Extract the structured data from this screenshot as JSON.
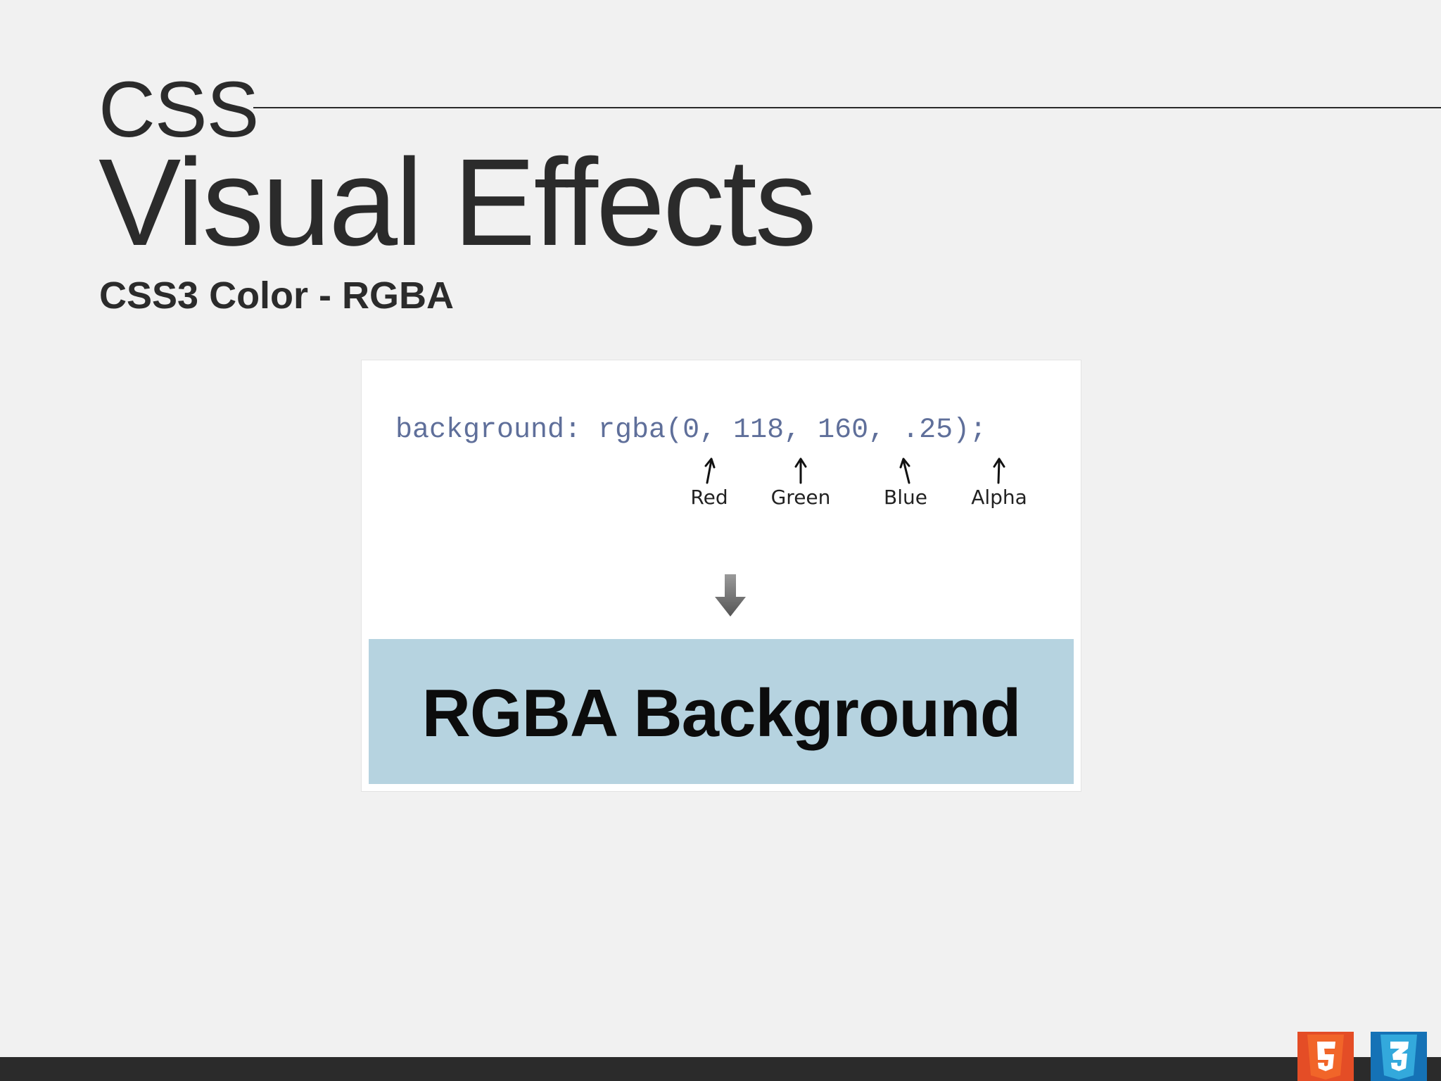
{
  "slide": {
    "title_small": "CSS",
    "title_large": "Visual Effects",
    "subtitle": "CSS3 Color - RGBA"
  },
  "figure": {
    "code": "background: rgba(0, 118, 160, .25);",
    "annotations": [
      {
        "label": "Red"
      },
      {
        "label": "Green"
      },
      {
        "label": "Blue"
      },
      {
        "label": "Alpha"
      }
    ],
    "result_text": "RGBA Background",
    "result_color": "#b6d3e0"
  },
  "footer": {
    "logos": [
      {
        "name": "html5-logo",
        "glyph": "5",
        "color": "#e44d26"
      },
      {
        "name": "css3-logo",
        "glyph": "3",
        "color": "#1572b6"
      }
    ]
  },
  "colors": {
    "background": "#f1f1f1",
    "text": "#2b2b2b",
    "footer_bar": "#2b2b2b",
    "code": "#5f6f9a"
  }
}
